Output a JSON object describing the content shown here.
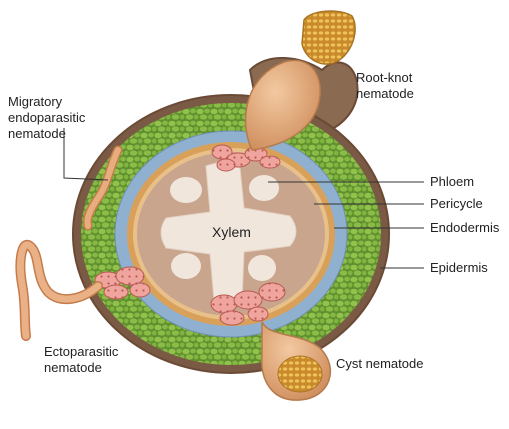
{
  "diagram": {
    "labels": {
      "root_knot": "Root-knot\nnematode",
      "migratory": "Migratory\nendoparasitic\nnematode",
      "phloem": "Phloem",
      "pericycle": "Pericycle",
      "endodermis": "Endodermis",
      "epidermis": "Epidermis",
      "xylem": "Xylem",
      "ectoparasitic": "Ectoparasitic\nnematode",
      "cyst": "Cyst nematode"
    },
    "colors": {
      "epidermis_outline": "#6b4a36",
      "cortex_green": "#5f8f2e",
      "cortex_cells": "#8fbf4a",
      "endodermis_blue": "#8fb0cf",
      "pericycle_tan": "#d9a05a",
      "stele_fill": "#c9a58e",
      "xylem_fill": "#f1e6dc",
      "nematode_body": "#e0a578",
      "feeding_cells": "#e58e88",
      "egg_mass": "#d9a036"
    }
  }
}
